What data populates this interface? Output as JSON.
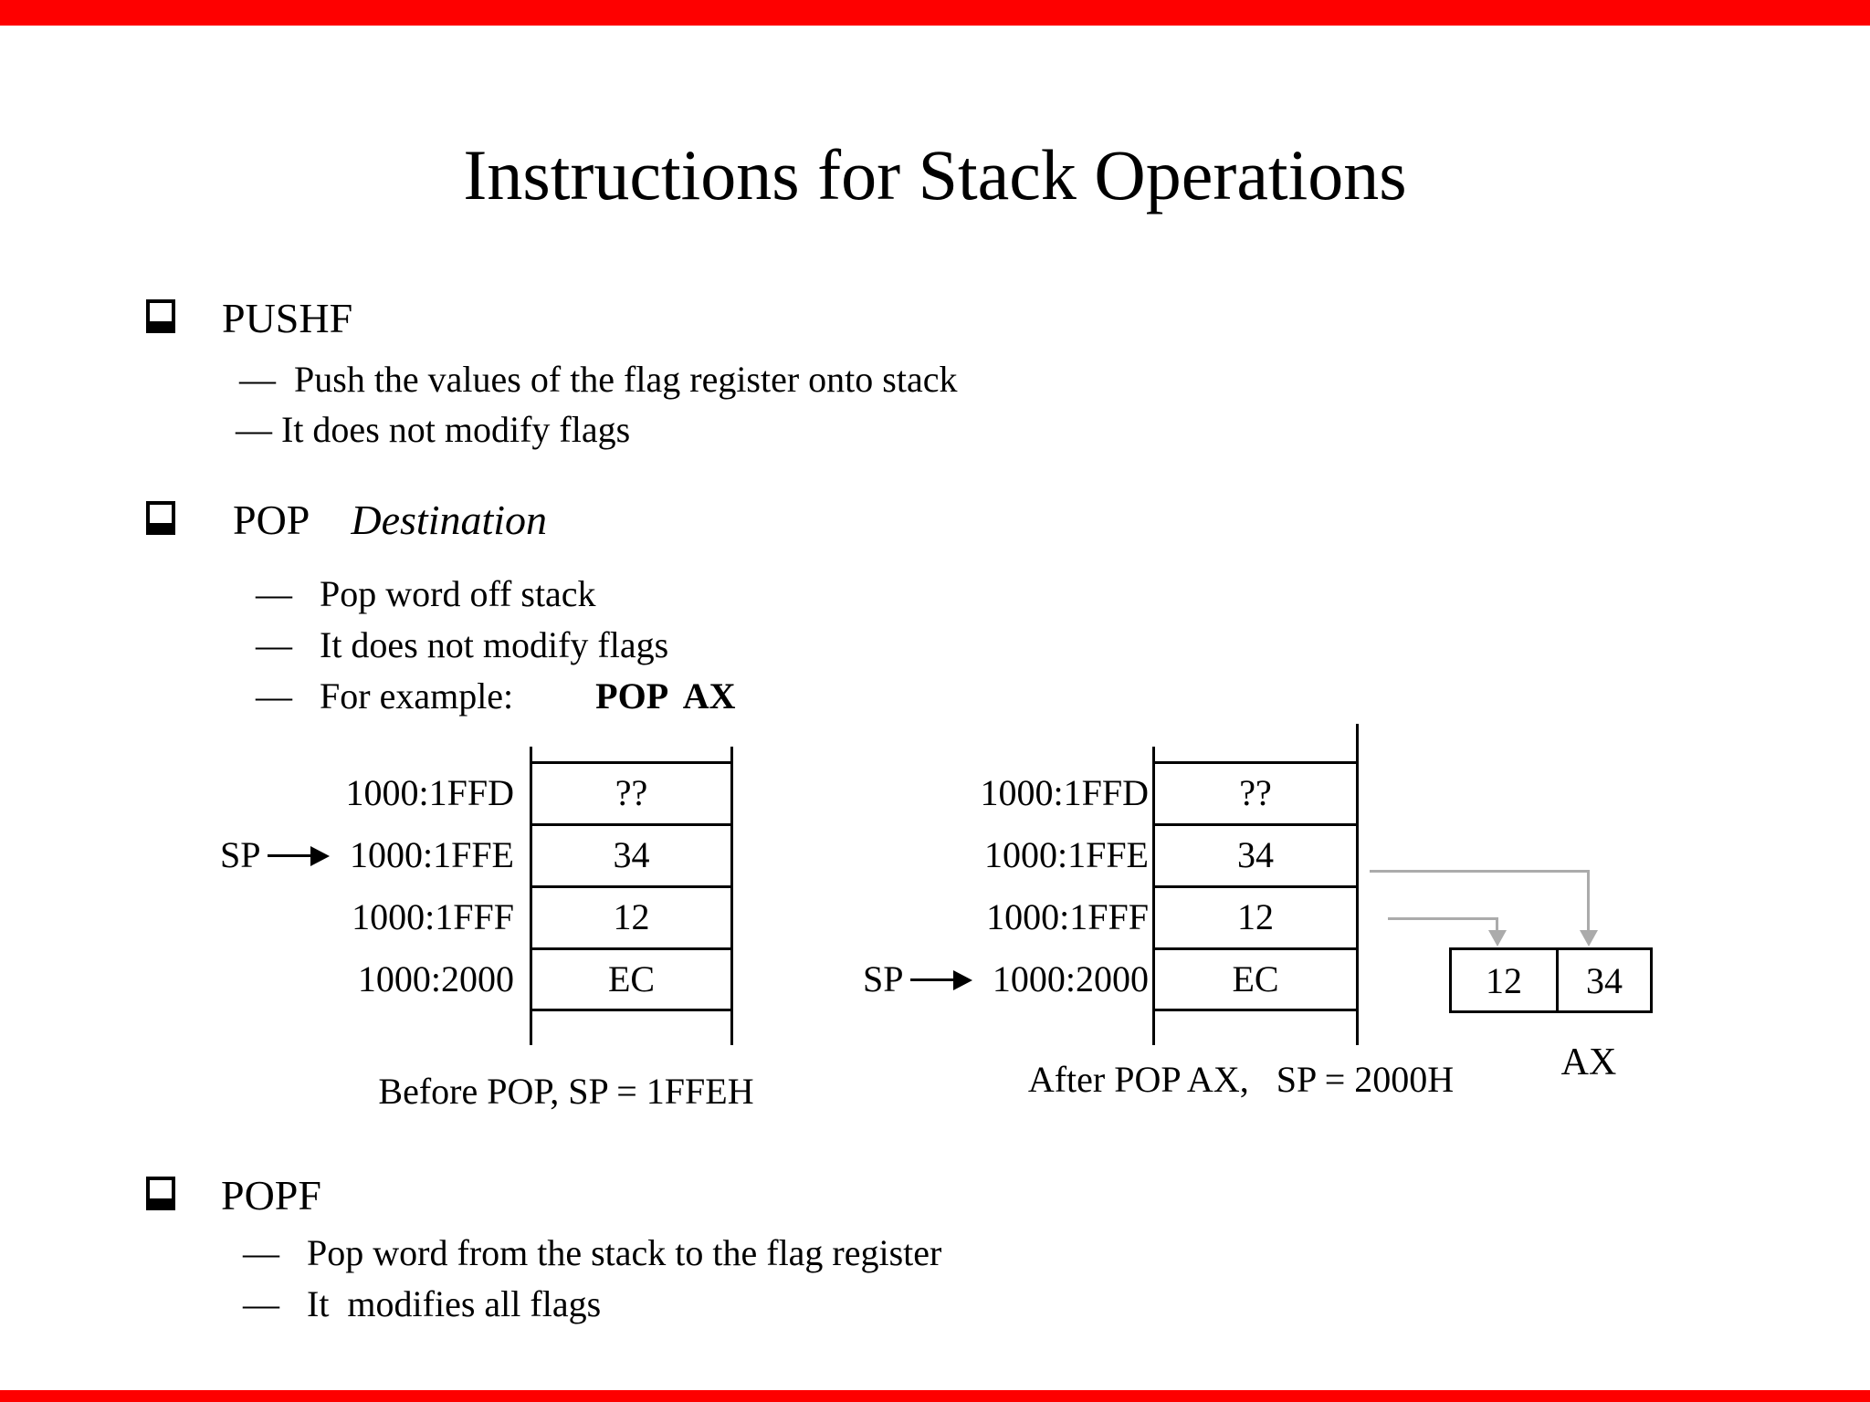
{
  "slide": {
    "title": "Instructions for Stack Operations",
    "red_bar_color": "#fe0000",
    "background": "#ffffff",
    "ink_color": "#000000",
    "flow_arrow_color": "#ababab"
  },
  "bullets": {
    "pushf": {
      "label": "PUSHF",
      "line1": "—  Push the values of the flag register onto stack",
      "line2": "— It does not modify flags"
    },
    "pop": {
      "keyword": "POP",
      "operand": "Destination",
      "line1": "—   Pop word off stack",
      "line2": "—   It does not modify flags",
      "line3_prefix": "—   For example:",
      "line3_code": "POP  AX"
    },
    "popf": {
      "label": "POPF",
      "line1": "—   Pop word from the stack to the flag register",
      "line2": "—   It  modifies all flags"
    }
  },
  "diagram_before": {
    "sp_label": "SP",
    "sp_points_to": "1000:1FFE",
    "rows": [
      {
        "address": "1000:1FFD",
        "value": "??"
      },
      {
        "address": "1000:1FFE",
        "value": "34"
      },
      {
        "address": "1000:1FFF",
        "value": "12"
      },
      {
        "address": "1000:2000",
        "value": "EC"
      }
    ],
    "caption": "Before POP, SP = 1FFEH"
  },
  "diagram_after": {
    "sp_label": "SP",
    "sp_points_to": "1000:2000",
    "rows": [
      {
        "address": "1000:1FFD",
        "value": "??"
      },
      {
        "address": "1000:1FFE",
        "value": "34"
      },
      {
        "address": "1000:1FFF",
        "value": "12"
      },
      {
        "address": "1000:2000",
        "value": "EC"
      }
    ],
    "caption": "After POP AX,   SP = 2000H",
    "register": {
      "name": "AX",
      "high_byte": "12",
      "low_byte": "34"
    }
  }
}
